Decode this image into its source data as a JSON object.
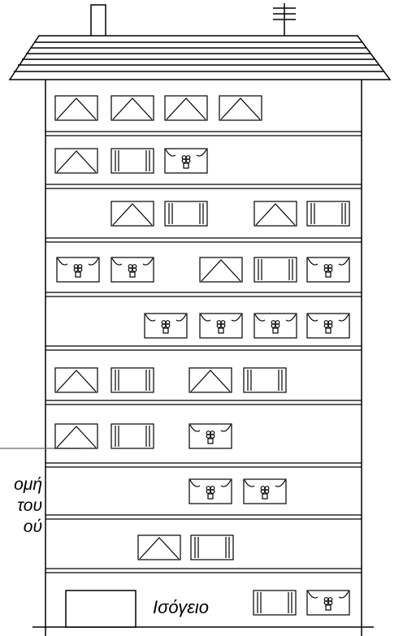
{
  "labels": {
    "ground_floor": "Ισόγειο",
    "side_caption": [
      "ομή",
      "του",
      "ού"
    ]
  },
  "building": {
    "floors": [
      {
        "windows": [
          "curtain",
          "curtain",
          "curtain",
          "curtain"
        ]
      },
      {
        "windows": [
          "curtain",
          "shutter",
          "flower"
        ]
      },
      {
        "windows": [
          "curtain",
          "shutter",
          "curtain",
          "shutter"
        ]
      },
      {
        "windows": [
          "flower",
          "flower",
          "curtain",
          "shutter",
          "flower"
        ]
      },
      {
        "windows": [
          "flower",
          "flower",
          "flower",
          "flower"
        ]
      },
      {
        "windows": [
          "curtain",
          "shutter",
          "curtain",
          "shutter"
        ]
      },
      {
        "windows": [
          "curtain",
          "shutter",
          "flower"
        ]
      },
      {
        "windows": [
          "flower",
          "flower"
        ]
      },
      {
        "windows": [
          "curtain",
          "shutter"
        ]
      },
      {
        "windows": [
          "door",
          "shutter",
          "flower"
        ]
      }
    ]
  }
}
